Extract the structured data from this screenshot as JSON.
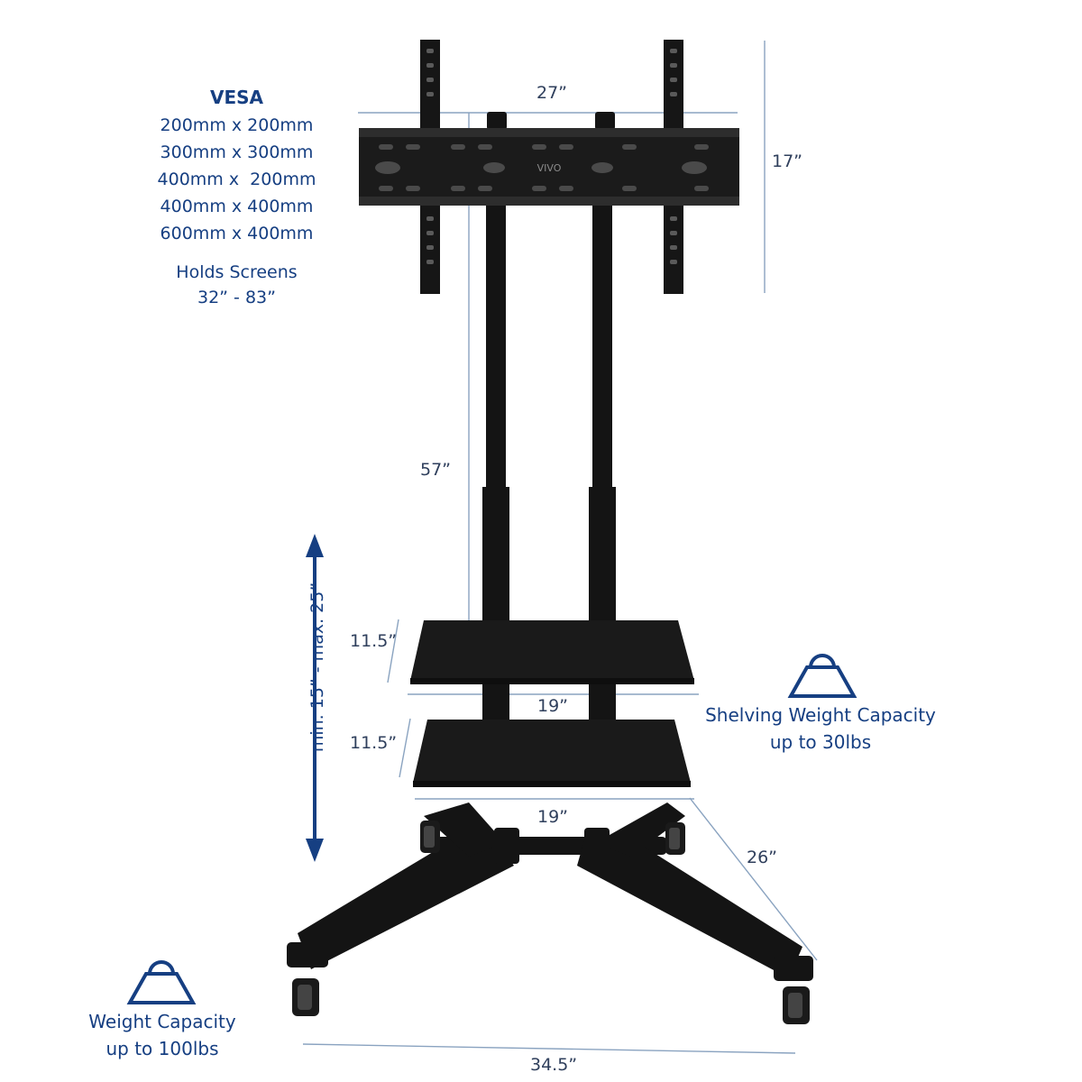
{
  "vesa": {
    "title": "VESA",
    "sizes": [
      "200mm x 200mm",
      "300mm x 300mm",
      "400mm x  200mm",
      "400mm x 400mm",
      "600mm x 400mm"
    ]
  },
  "holds": {
    "line1": "Holds Screens",
    "line2": "32” - 83”"
  },
  "dimensions": {
    "width_top": "27”",
    "height_top": "17”",
    "height_total": "57”",
    "shelf_gap_upper": "11.5”",
    "shelf_gap_lower": "11.5”",
    "shelf_width_upper": "19”",
    "shelf_width_lower": "19”",
    "base_depth": "26”",
    "base_width": "34.5”",
    "shelf_height_range": "min. 15” - max. 25”"
  },
  "shelving_capacity": {
    "line1": "Shelving Weight Capacity",
    "line2": "up to 30lbs"
  },
  "weight_capacity": {
    "line1": "Weight Capacity",
    "line2": "up to 100lbs"
  },
  "brand_mark": "VIVO",
  "colors": {
    "accent": "#1d3f78",
    "stand": "#141414",
    "dim_line": "#8aa3c0"
  }
}
